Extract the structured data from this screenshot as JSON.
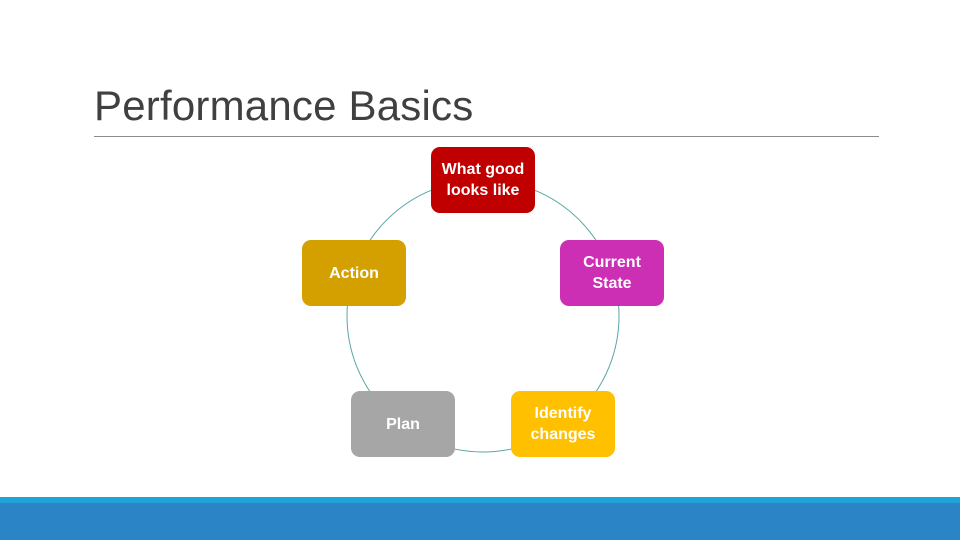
{
  "slide": {
    "title": "Performance Basics"
  },
  "cycle": {
    "ring_color": "#5aa6a6",
    "nodes": [
      {
        "label": "What good looks like",
        "color": "#c00000"
      },
      {
        "label": "Current State",
        "color": "#cc2eb4"
      },
      {
        "label": "Identify changes",
        "color": "#ffc000"
      },
      {
        "label": "Plan",
        "color": "#a6a6a6"
      },
      {
        "label": "Action",
        "color": "#d4a000"
      }
    ]
  },
  "footer": {
    "thin_color": "#1fa3d8",
    "band_color": "#2a84c6"
  }
}
